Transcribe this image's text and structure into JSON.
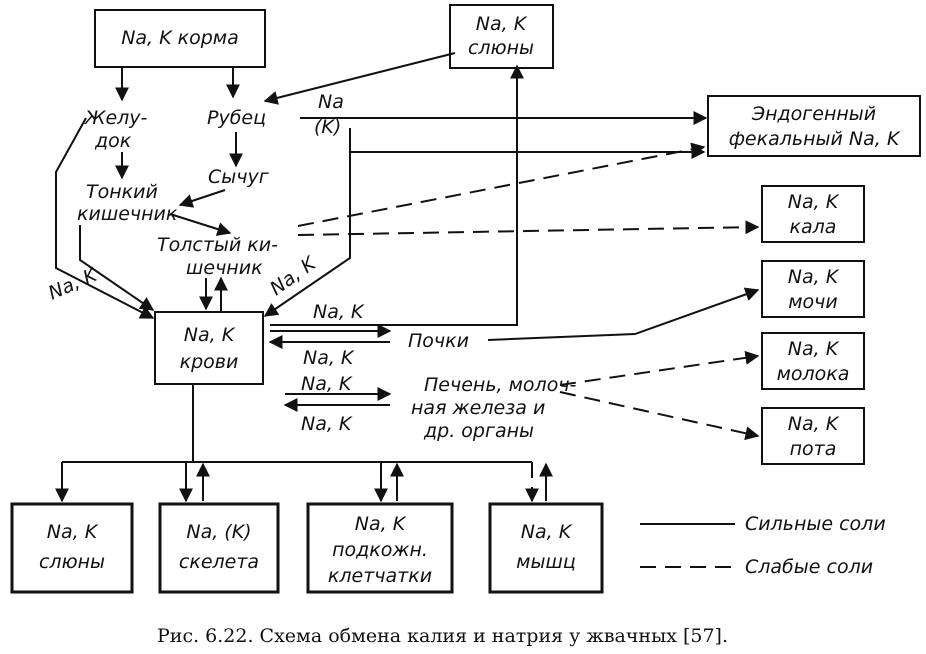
{
  "nodes": {
    "feed": [
      "Na, K корма"
    ],
    "saliva_top": [
      "Na, K",
      "слюны"
    ],
    "stomach": [
      "Желу-",
      "док"
    ],
    "rumen": [
      "Рубец"
    ],
    "abomasum": [
      "Сычуг"
    ],
    "small_intestine": [
      "Тонкий",
      "кишечник"
    ],
    "large_intestine": [
      "Толстый ки-",
      "шечник"
    ],
    "blood": [
      "Na, K",
      "крови"
    ],
    "endogenous": [
      "Эндогенный",
      "фекальный Na, K"
    ],
    "feces": [
      "Na, K",
      "кала"
    ],
    "urine": [
      "Na, K",
      "мочи"
    ],
    "milk": [
      "Na, K",
      "молока"
    ],
    "sweat": [
      "Na, K",
      "пота"
    ],
    "kidneys": [
      "Почки"
    ],
    "liver": [
      "Печень, молоч-",
      "ная железа и",
      "др. органы"
    ],
    "saliva_bottom": [
      "Na, K",
      "слюны"
    ],
    "skeleton": [
      "Na, (K)",
      "скелета"
    ],
    "subcutaneous": [
      "Na, K",
      "подкожн.",
      "клетчатки"
    ],
    "muscles": [
      "Na, K",
      "мышц"
    ]
  },
  "edge_labels": {
    "rumen_na": "Na",
    "rumen_k": "(K)",
    "left_nak": "Na, K",
    "right_nak": "Na, K",
    "kidney_out": "Na, K",
    "kidney_in": "Na, K",
    "liver_out": "Na, K",
    "liver_in": "Na, K"
  },
  "legend": {
    "strong": "Сильные соли",
    "weak": "Слабые соли"
  },
  "caption": "Рис. 6.22. Схема обмена калия и натрия у жвачных [57]."
}
